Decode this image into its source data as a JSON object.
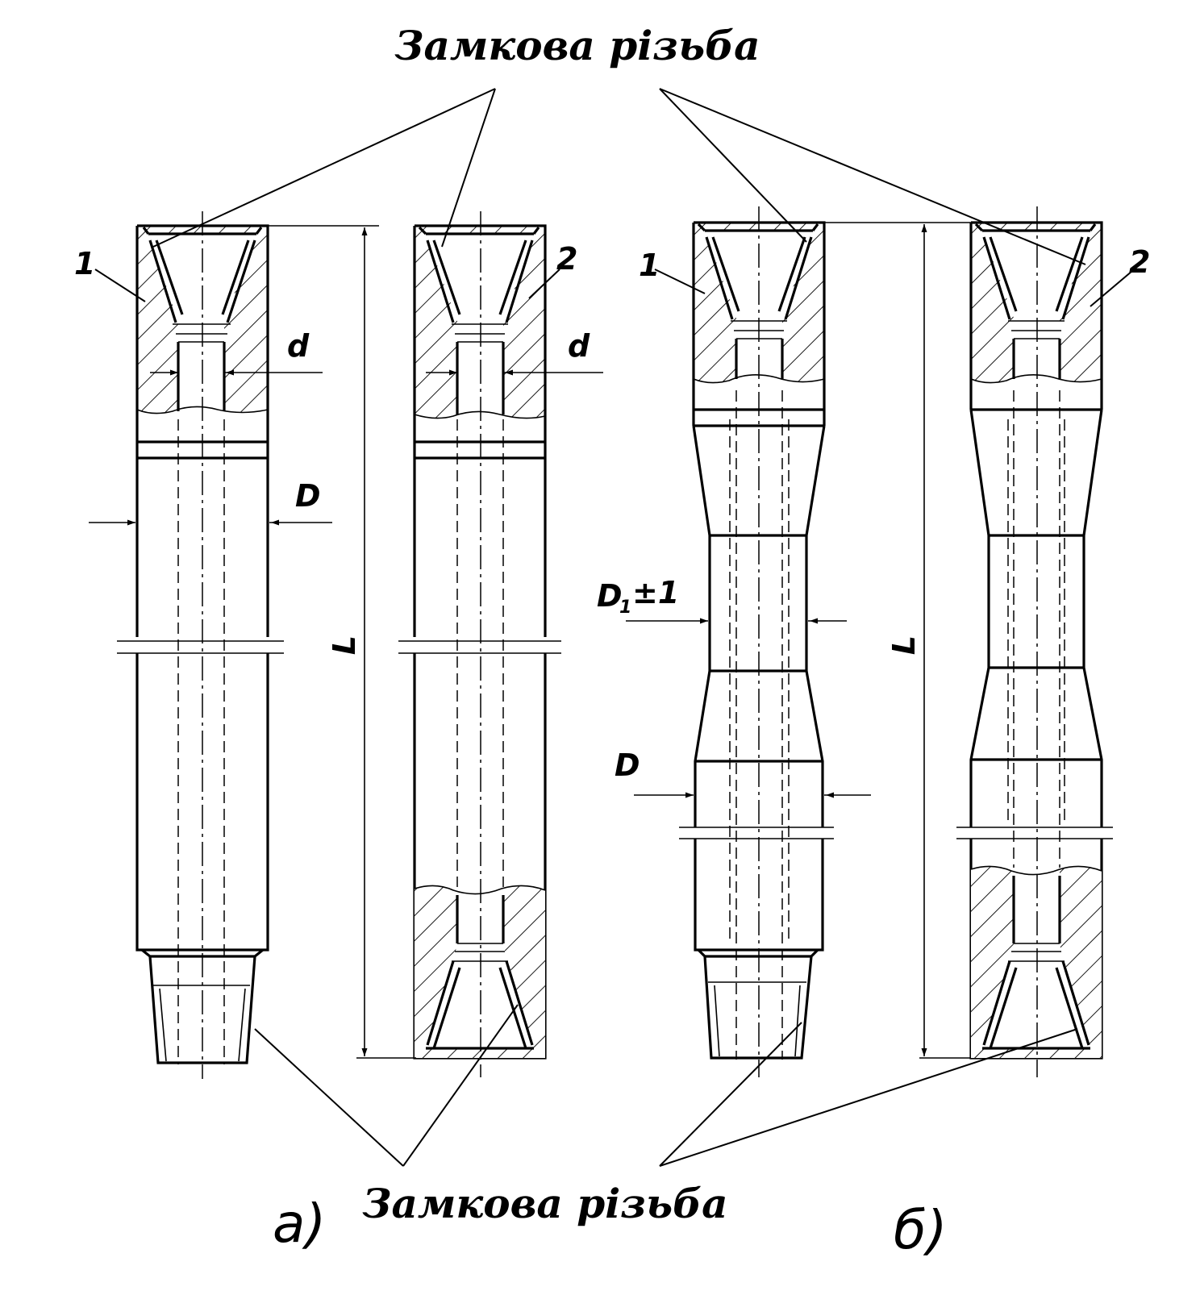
{
  "labels": {
    "thread_top": "Замкова різьба",
    "thread_bottom": "Замкова різьба",
    "view_a": "а)",
    "view_b": "б)",
    "part_1": "1",
    "part_2": "2",
    "dim_d": "d",
    "dim_D": "D",
    "dim_L": "L",
    "dim_D1_main": "D",
    "dim_D1_sub": "1",
    "dim_D1_tol": "±1"
  }
}
